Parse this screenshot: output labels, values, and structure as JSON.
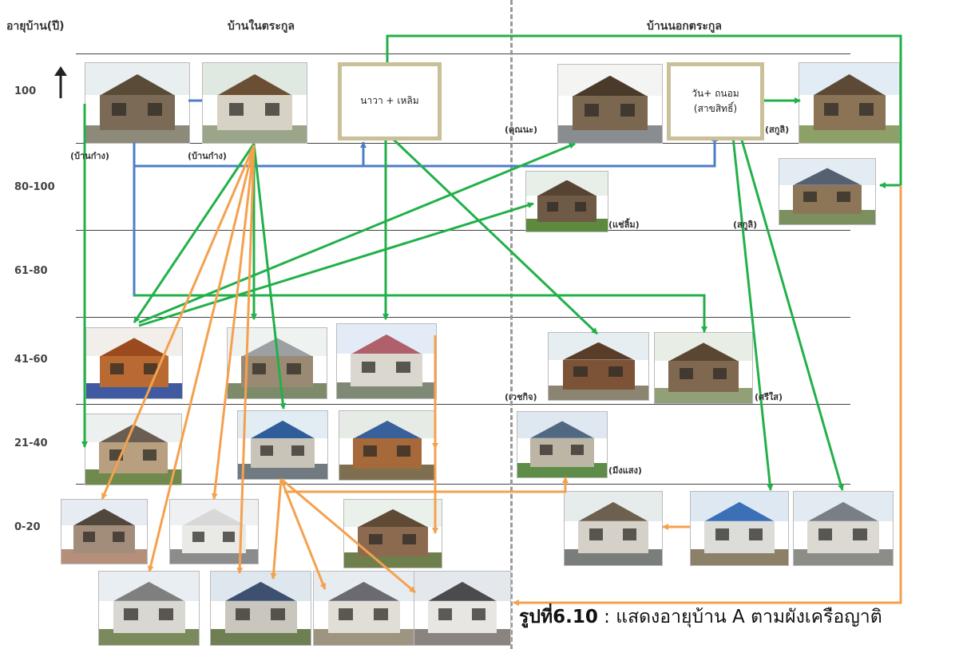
{
  "headers": {
    "age_axis": "อายุบ้าน(ปี)",
    "inside_lineage": "บ้านในตระกูล",
    "outside_lineage": "บ้านนอกตระกูล"
  },
  "age_rows": [
    "100",
    "80-100",
    "61-80",
    "41-60",
    "21-40",
    "0-20"
  ],
  "boxes": {
    "left_couple": "นาวา + เหลิม",
    "right_couple": "วัน+ ถนอม\n(สาขสิทธิ์)"
  },
  "labels": {
    "l1": "(บ้านก๋าง)",
    "l2": "(บ้านก๋าง)",
    "l3": "(คุณนะ)",
    "l4": "(สกูลิ)",
    "l5": "(แช่ลิ้ม)",
    "l6": "(สกูลิ)",
    "l7": "(เวชกิจ)",
    "l8": "(ศรีใส)",
    "l9": "(มีงแสง)"
  },
  "caption": {
    "prefix": "รูปที่6.10",
    "text": " : แสดงอายุบ้าน A ตามผังเครือญาติ"
  },
  "colors": {
    "green": "#22b04a",
    "orange": "#f4a14e",
    "blue": "#4d7ec6"
  }
}
